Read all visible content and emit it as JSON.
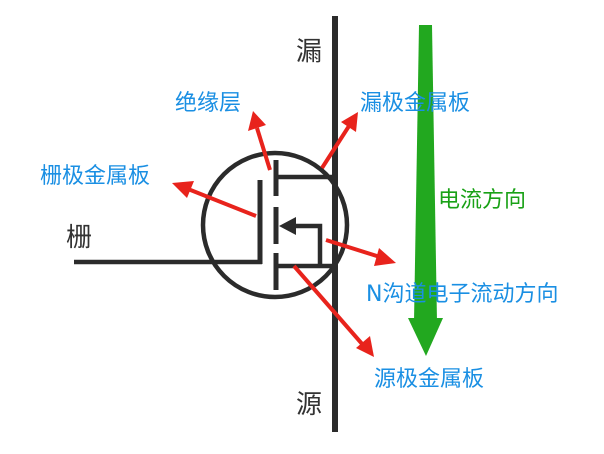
{
  "labels": {
    "drain": "漏",
    "source": "源",
    "gate": "栅",
    "insulation_layer": "绝缘层",
    "drain_metal_plate": "漏极金属板",
    "gate_metal_plate": "栅极金属板",
    "source_metal_plate": "源极金属板",
    "current_direction": "电流方向",
    "electron_flow_direction": "N沟道电子流动方向"
  },
  "colors": {
    "symbol": "#2b2b2b",
    "label_blue": "#1a8fe3",
    "arrow_red": "#e8231c",
    "arrow_green": "#22a81f",
    "text_green": "#19a116",
    "text_dark": "#333333"
  }
}
